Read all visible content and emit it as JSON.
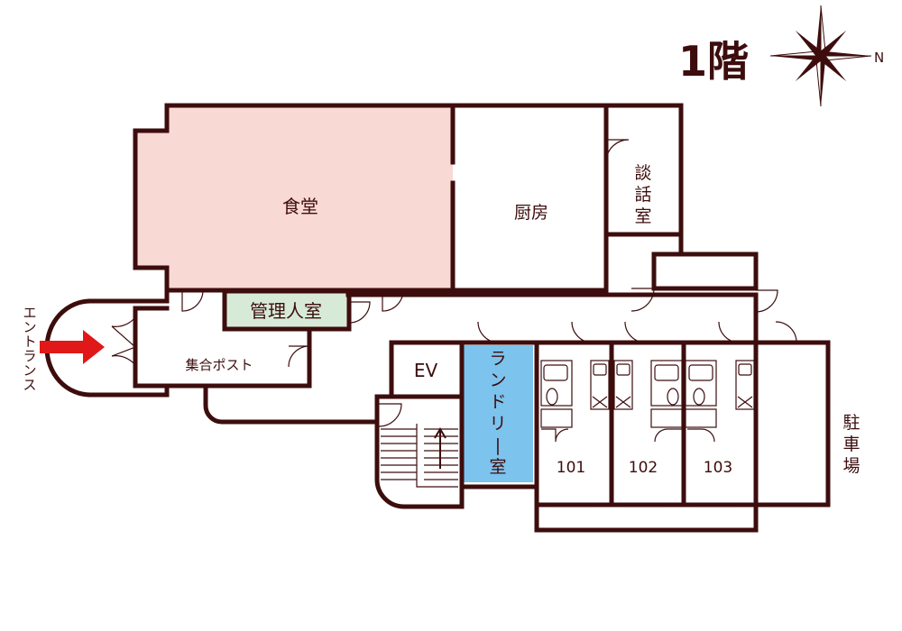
{
  "floor": {
    "label": "1階"
  },
  "compass": {
    "north_label": "N",
    "icon": "compass-rose-icon"
  },
  "rooms": {
    "dining": "食堂",
    "kitchen": "厨房",
    "lounge": "談話室",
    "manager": "管理人室",
    "mailboxes": "集合ポスト",
    "elevator": "EV",
    "laundry": "ランドリー室",
    "unit_101": "101",
    "unit_102": "102",
    "unit_103": "103",
    "parking": "駐車場",
    "entrance": "エントランス"
  },
  "colors": {
    "wall": "#3d0d0d",
    "dining_fill": "#f9d9d4",
    "manager_fill": "#d7ead8",
    "laundry_fill": "#7cc3ee",
    "arrow": "#e01818"
  }
}
